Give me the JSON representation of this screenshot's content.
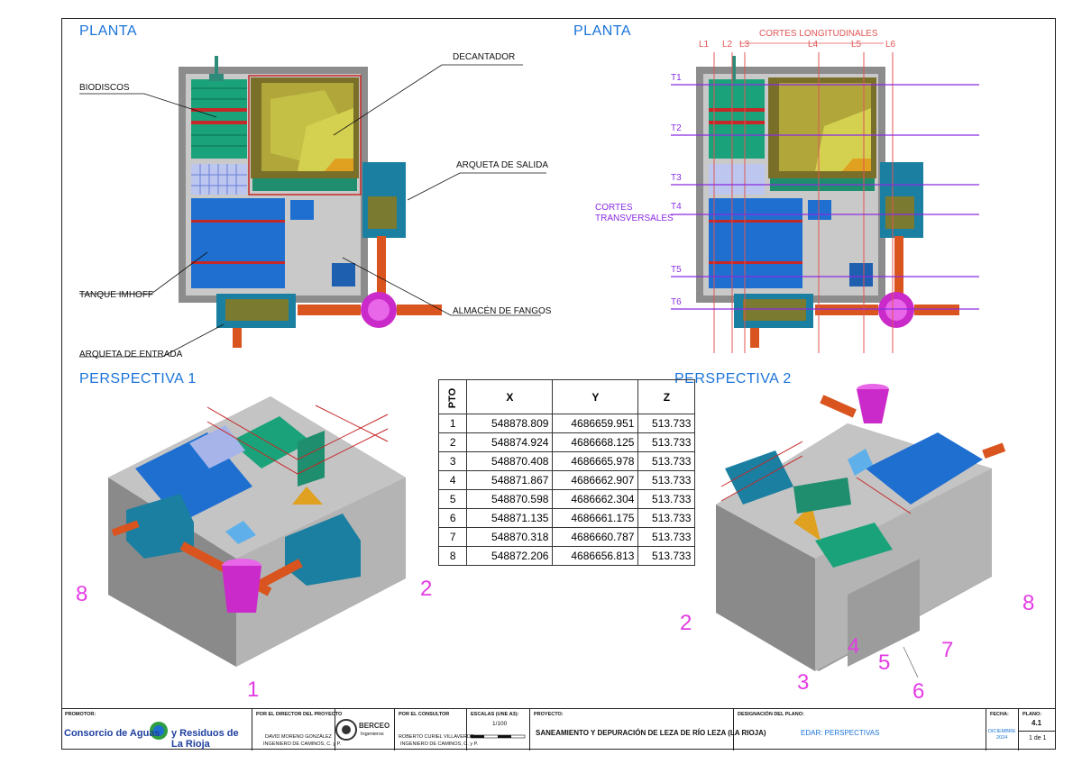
{
  "titles": {
    "planta1": "PLANTA",
    "planta2": "PLANTA",
    "persp1": "PERSPECTIVA 1",
    "persp2": "PERSPECTIVA 2"
  },
  "labels": {
    "biodiscos": "BIODISCOS",
    "decantador": "DECANTADOR",
    "arqueta_salida": "ARQUETA DE SALIDA",
    "tanque": "TANQUE IMHOFF",
    "almacen": "ALMACÉN DE FANGOS",
    "arqueta_entrada": "ARQUETA DE ENTRADA",
    "cortes_long": "CORTES LONGITUDINALES",
    "cortes_trans_1": "CORTES",
    "cortes_trans_2": "TRANSVERSALES"
  },
  "long_cuts": [
    "L1",
    "L2",
    "L3",
    "L4",
    "L5",
    "L6"
  ],
  "trans_cuts": [
    "T1",
    "T2",
    "T3",
    "T4",
    "T5",
    "T6"
  ],
  "point_markers": {
    "p1": {
      "n1": "1",
      "n2": "2",
      "n8": "8"
    },
    "p2": {
      "n2": "2",
      "n3": "3",
      "n4": "4",
      "n5": "5",
      "n6": "6",
      "n7": "7",
      "n8": "8"
    }
  },
  "table": {
    "headers": [
      "PTO",
      "X",
      "Y",
      "Z"
    ],
    "rows": [
      [
        "1",
        "548878.809",
        "4686659.951",
        "513.733"
      ],
      [
        "2",
        "548874.924",
        "4686668.125",
        "513.733"
      ],
      [
        "3",
        "548870.408",
        "4686665.978",
        "513.733"
      ],
      [
        "4",
        "548871.867",
        "4686662.907",
        "513.733"
      ],
      [
        "5",
        "548870.598",
        "4686662.304",
        "513.733"
      ],
      [
        "6",
        "548871.135",
        "4686661.175",
        "513.733"
      ],
      [
        "7",
        "548870.318",
        "4686660.787",
        "513.733"
      ],
      [
        "8",
        "548872.206",
        "4686656.813",
        "513.733"
      ]
    ]
  },
  "titleblock": {
    "promotor_hdr": "PROMOTOR:",
    "promotor_a": "Consorcio de Aguas",
    "promotor_b": "y Residuos de La Rioja",
    "director_hdr": "POR EL DIRECTOR DEL PROYECTO",
    "director_name": "DAVID MORENO GONZÁLEZ",
    "director_title": "INGENIERO DE CAMINOS, C. y P.",
    "logo": "BERCEO",
    "logo_sub": "Ingenieros",
    "consultor_hdr": "POR EL CONSULTOR",
    "consultor_name": "ROBERTO CURIEL VILLAVERDE",
    "consultor_title": "INGENIERO DE CAMINOS, C. y P.",
    "escalas_hdr": "ESCALAS (UNE A3):",
    "escala": "1/100",
    "proyecto_hdr": "PROYECTO:",
    "proyecto": "SANEAMIENTO Y DEPURACIÓN DE LEZA DE RÍO LEZA (LA RIOJA)",
    "designacion_hdr": "DESIGNACIÓN DEL PLANO:",
    "designacion": "EDAR: PERSPECTIVAS",
    "fecha_hdr": "FECHA:",
    "fecha_m": "DICIEMBRE",
    "fecha_y": "2024",
    "plano_hdr": "PLANO:",
    "plano": "4.1",
    "hoja": "1 de 1"
  },
  "colors": {
    "title_blue": "#1a73d9",
    "cut_red": "#e05555",
    "cut_purple": "#8a2be2",
    "marker_magenta": "#e43be4",
    "concrete": "#a9a9a9",
    "tank_blue": "#1e6fd0",
    "pipe_orange": "#d9541e"
  }
}
